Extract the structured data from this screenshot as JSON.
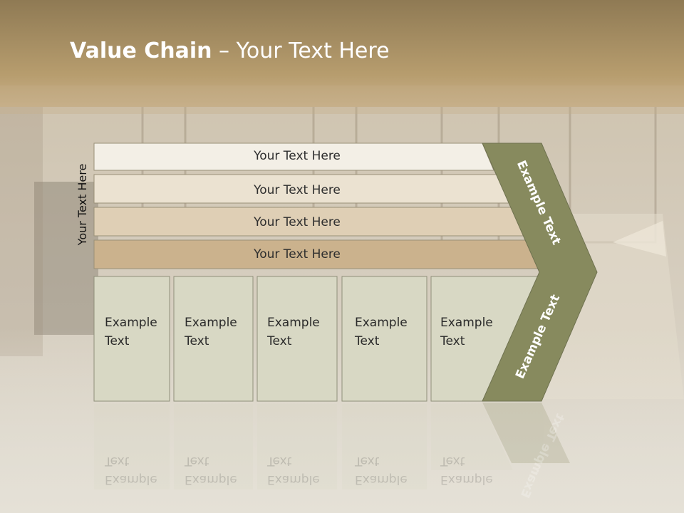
{
  "title": {
    "bold": "Value Chain",
    "rest": " – Your Text Here"
  },
  "side_label": "Your Text Here",
  "bars": [
    {
      "label": "Your Text Here",
      "fill": "#f3efe6"
    },
    {
      "label": "Your Text Here",
      "fill": "#ebe2d1"
    },
    {
      "label": "Your Text Here",
      "fill": "#dfcfb5"
    },
    {
      "label": "Your Text Here",
      "fill": "#cbb28d"
    }
  ],
  "boxes": [
    {
      "line1": "Example",
      "line2": "Text"
    },
    {
      "line1": "Example",
      "line2": "Text"
    },
    {
      "line1": "Example",
      "line2": "Text"
    },
    {
      "line1": "Example",
      "line2": "Text"
    },
    {
      "line1": "Example",
      "line2": "Text"
    }
  ],
  "chevron_upper_label": "Example Text",
  "chevron_lower_label": "Example Text",
  "colors": {
    "header_band": "#b49a6c",
    "box_fill": "#d8d8c4",
    "chevron_fill": "#878a5e"
  }
}
